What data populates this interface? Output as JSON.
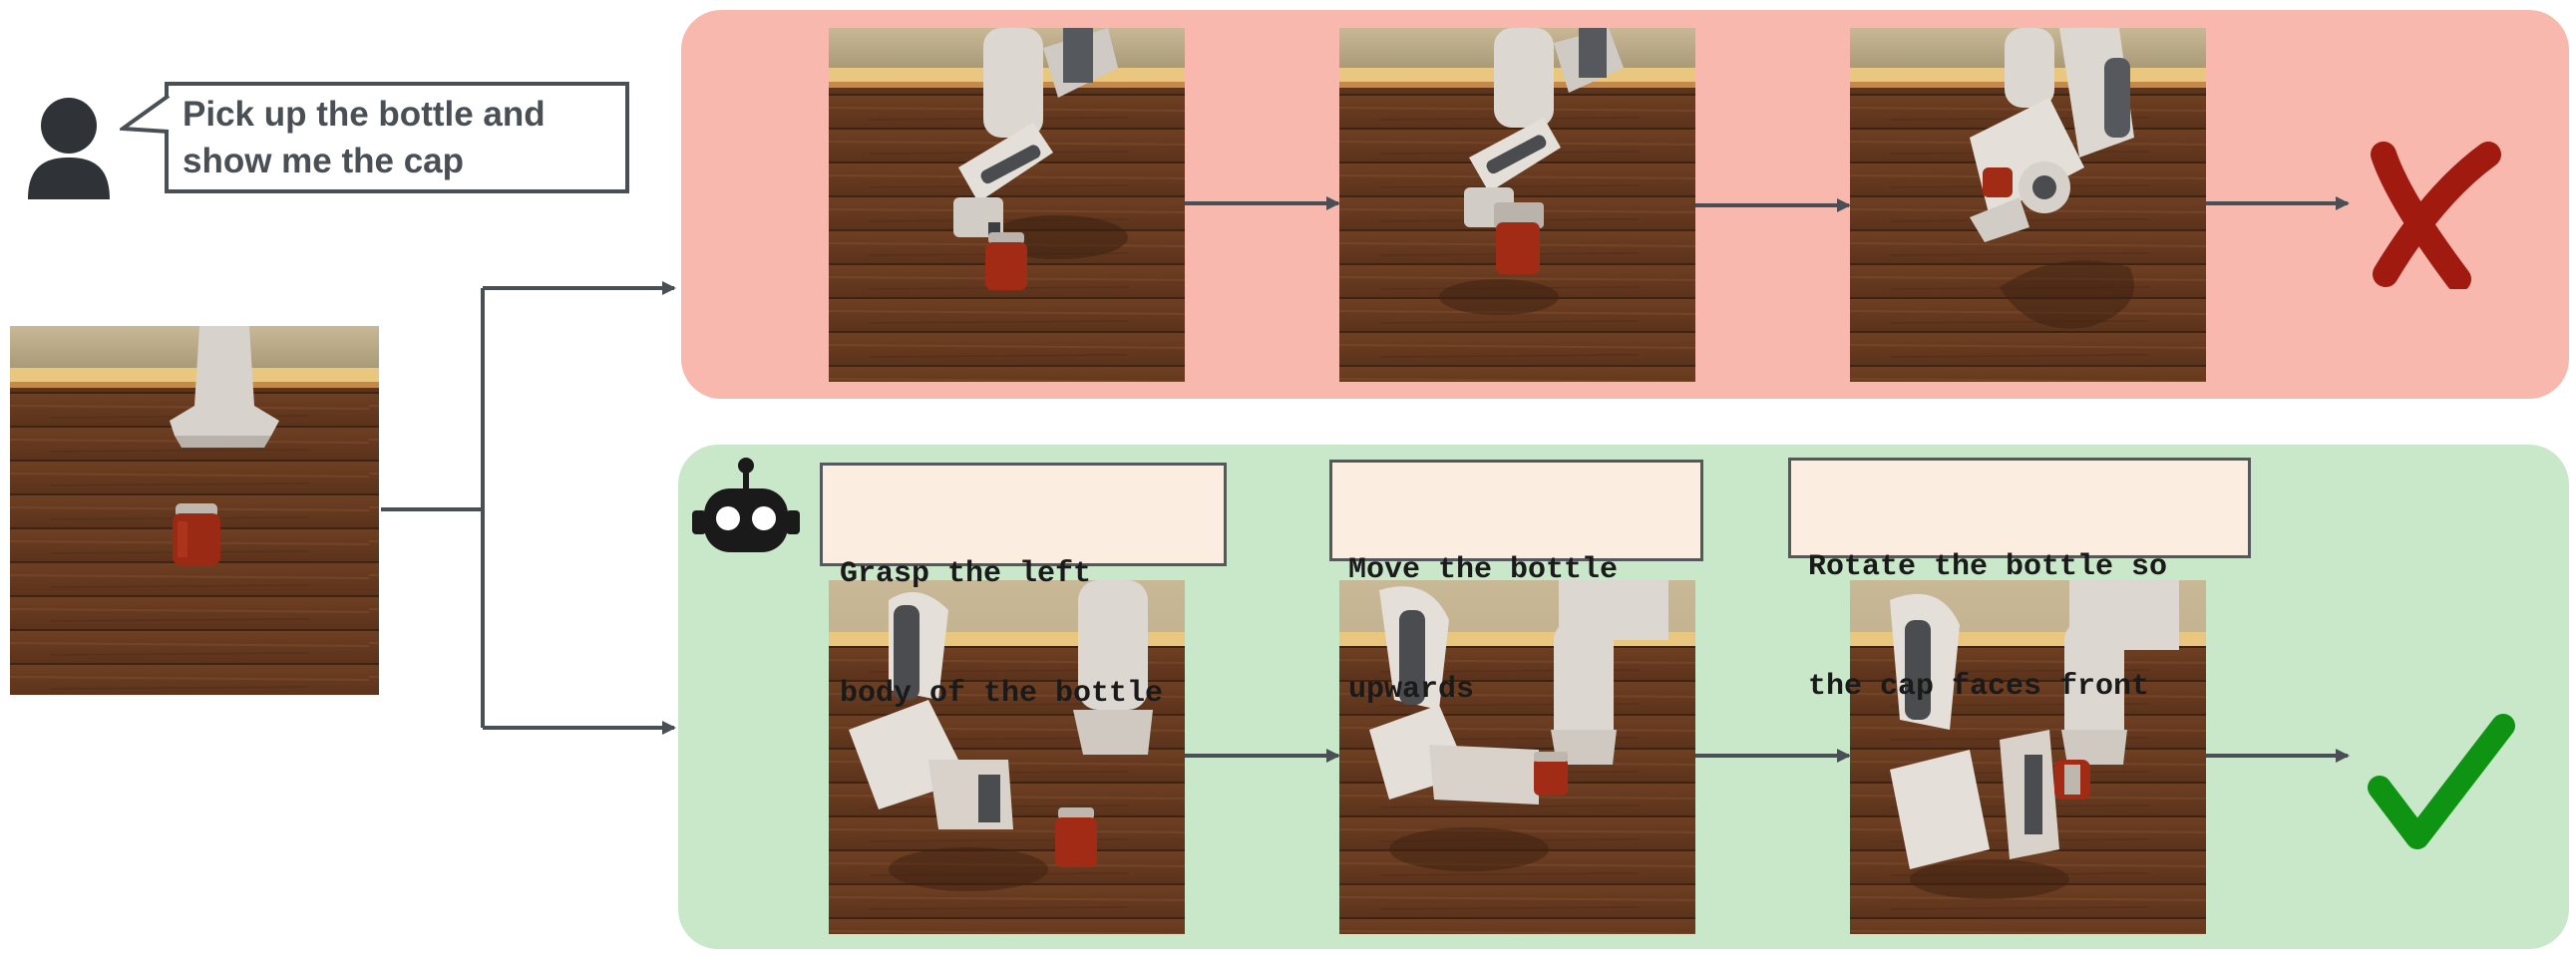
{
  "instruction": {
    "line1": "Pick up the bottle and",
    "line2": "show me the cap"
  },
  "steps": [
    {
      "line1": "Grasp the left",
      "line2": "body of the bottle"
    },
    {
      "line1": "Move the bottle",
      "line2": "upwards"
    },
    {
      "line1": "Rotate the bottle so",
      "line2": "the cap faces front"
    }
  ],
  "outcomes": {
    "top": "failure-cross",
    "bottom": "success-check"
  },
  "colors": {
    "failure_panel": "#f9b8ad",
    "success_panel": "#c9e8c9",
    "cross": "#a01a10",
    "check": "#0e9412",
    "arrow": "#4a4f55"
  }
}
